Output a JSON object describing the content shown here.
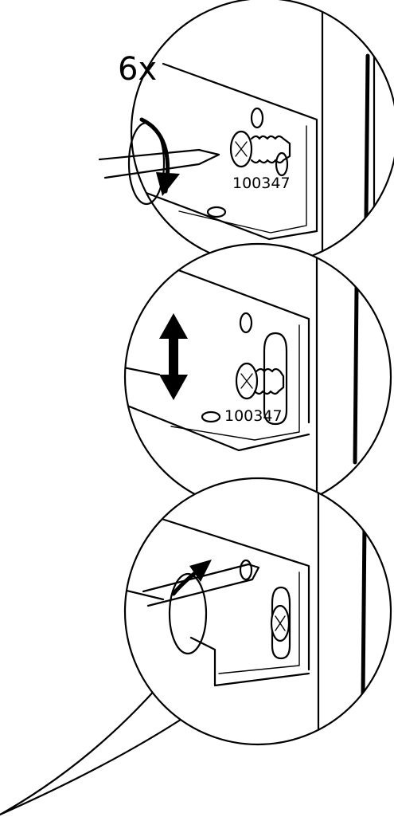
{
  "step": {
    "quantity_label": "6x",
    "part_number": "100347",
    "part_number_mid": "100347"
  },
  "icons": [
    "screwdriver-icon",
    "rotate-clockwise-arrow-icon",
    "screw-icon",
    "up-down-arrow-icon",
    "rotate-counterclockwise-arrow-icon"
  ]
}
